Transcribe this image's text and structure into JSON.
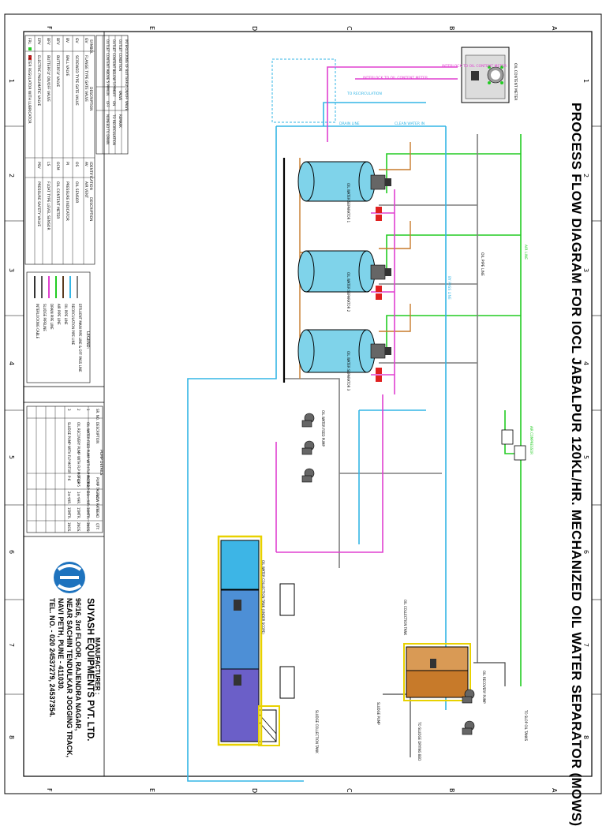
{
  "title": "PROCESS FLOW DIAGRAM FOR IOCL JABALPUR 120KL/HR. MECHANIZED OIL WATER SEPARATOR (MOWS)",
  "manufacturer": {
    "label": "MANUFACTURER :",
    "name": "SUYASH EQUIPMENTS PVT. LTD.",
    "address": [
      "96/16, 3rd FLOOR, RAJENDRA NAGAR,",
      "NEAR SACHIN TENDULKAR JOGGING TRACK,",
      "NAVI PETH, PUNE - 411030.",
      "TEL. NO. - 020 24537279, 24537354."
    ]
  },
  "grid": {
    "letters": [
      "A",
      "B",
      "C",
      "D",
      "E",
      "F"
    ],
    "numbers": [
      "1",
      "2",
      "3",
      "4",
      "5",
      "6",
      "7",
      "8"
    ]
  },
  "symbols": {
    "header": [
      "SYMBOL",
      "DESCRIPTION",
      "IDENTIFICATION",
      "DESCRIPTION"
    ],
    "rows": [
      [
        "GV",
        "FLANGE TYPE GATE VALVE",
        "AV",
        "AIR VENT"
      ],
      [
        "GV",
        "SCREWED TYPE GATE VALVE",
        "OS",
        "OIL SENSOR"
      ],
      [
        "BV",
        "BALL VALVE",
        "PI",
        "PRESSURE INDICATOR"
      ],
      [
        "BFV",
        "BUTTERFLY VALVE",
        "OCM",
        "OIL CONTENT METER"
      ],
      [
        "BFV",
        "BUTTERFLY ON/OFF VALVE",
        "LS",
        "FLOAT TYPE LEVEL SENSOR"
      ],
      [
        "EPV",
        "ELECTRIC PNEUMATIC VALVE",
        "PSV",
        "PRESSURE SAFETY VALVE"
      ],
      [
        "FRL",
        "FILTER REGULATOR WITH LUBRICATOR",
        "",
        ""
      ]
    ]
  },
  "interlock_table": {
    "title": "INTERLOCKING OF BUTTERFLY ON/OFF VALVE",
    "header": [
      "OUTLET CONDITION",
      "VALVE",
      "REMARK"
    ],
    "rows": [
      [
        "OUTLET CONTENT BELOW 5 PPM",
        "OFF",
        "ON",
        "TO RECIRCULATION"
      ],
      [
        "OUTLET CONTENT ABOVE 5 PPM",
        "ON",
        "OFF",
        "NONEED TO DRAIN"
      ]
    ]
  },
  "legend": {
    "title": "LEGEND:",
    "items": [
      {
        "label": "EFFLUENT MAIN PIPE LINE & OFF PASS LINE",
        "color": "#7f7f7f"
      },
      {
        "label": "RECIRCULATION PIPE LINE",
        "color": "#33b5e5"
      },
      {
        "label": "OIL PIPE LINE",
        "color": "#5b3a1e"
      },
      {
        "label": "AIR PIPE LINE",
        "color": "#22cc22"
      },
      {
        "label": "DRAIN PIPE LINE",
        "color": "#e040d0"
      },
      {
        "label": "SLUDGE PIPELINE",
        "color": "#555555"
      },
      {
        "label": "INTERLOCKING CABLE",
        "color": "#333333"
      }
    ]
  },
  "pumps": {
    "title": "PUMP DETAILS",
    "header": [
      "SR. NO.",
      "DESCRIPTION",
      "PUMP TAG NO.",
      "FLOW RATE",
      "HEAD",
      "QTY."
    ],
    "rows": [
      [
        "1",
        "OIL WATER FEED PUMP WITH FLP MOTOR",
        "P-1,P-2,P-3",
        "60m³/HR.",
        "30MTR.",
        "3NOS."
      ],
      [
        "2",
        "OIL RECOVERY PUMP WITH FLP MOTOR",
        "P-4,P-5",
        "1m³/HR.",
        "15MTR.",
        "2NOS."
      ],
      [
        "3",
        "SLUDGE PUMP WITH FLP MOTOR",
        "P-6",
        "2m³/HR.",
        "15MTR.",
        "1NOS."
      ]
    ]
  },
  "labels": {
    "ocm": "OIL CONTENT METER",
    "interlock1": "INTERLOCK TO OIL CONTENT METER",
    "interlock2": "INTERLOCK TO OIL CONTENT METER",
    "to_recirc": "TO RECIRCULATION",
    "clean_water": "CLEAN WATER IN",
    "drain_line": "DRAIN LINE",
    "air_line": "AIR LINE",
    "oil_pipeline": "OIL PIPE LINE",
    "bypass": "BY PASS LINE",
    "tank1": "OIL WATER SEPARATOR 1",
    "tank2": "OIL WATER SEPARATOR 2",
    "tank3": "OIL WATER SEPARATOR 3",
    "feed_pump": "OIL WATER FEED PUMP",
    "collection": "OIL WATER COLLECTION TANK (UNDER SCOPE)",
    "sludge_tank": "SLUDGE COLLECTION TANK",
    "oil_collection": "OIL COLLECTION TANK",
    "to_sludge": "TO SLUDGE DRYING BED",
    "to_slop": "TO SLOP OIL TANKS",
    "oil_pump": "OIL RECOVERY PUMP",
    "sludge_pump": "SLUDGE PUMP",
    "air_compressor": "AIR COMPRESSOR"
  },
  "colors": {
    "effluent": "#7f7f7f",
    "recirc": "#33b5e5",
    "oil": "#c77a2a",
    "air": "#22cc22",
    "drain": "#e040d0",
    "water": "#5bc0de",
    "outline": "#000000",
    "tank_fill": "#7fd3ea",
    "red": "#e02020"
  }
}
